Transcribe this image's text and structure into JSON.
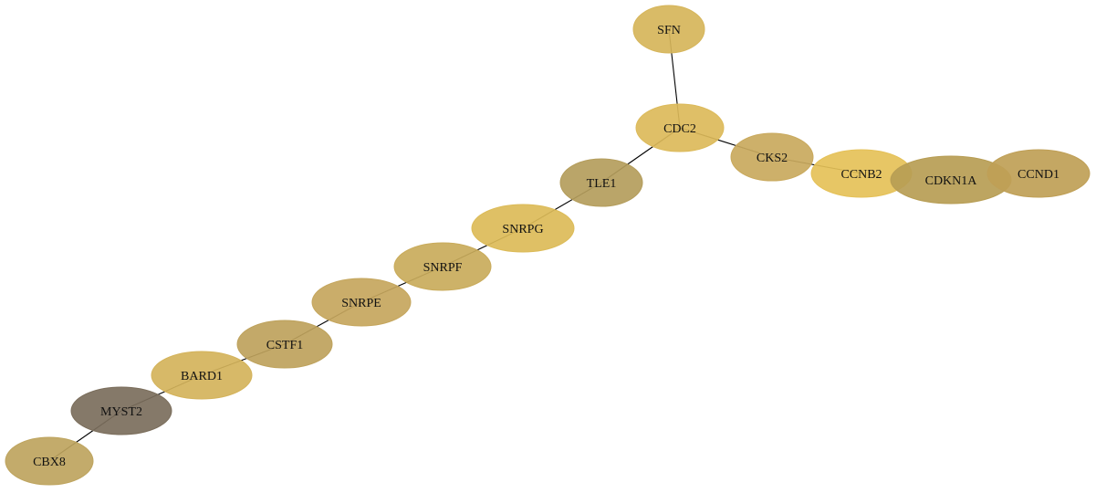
{
  "graph": {
    "nodes": [
      {
        "id": "SFN",
        "label": "SFN",
        "color": "#d6b55a"
      },
      {
        "id": "CDC2",
        "label": "CDC2",
        "color": "#dcba5a"
      },
      {
        "id": "CKS2",
        "label": "CKS2",
        "color": "#c9a95d"
      },
      {
        "id": "CCNB2",
        "label": "CCNB2",
        "color": "#e5c158"
      },
      {
        "id": "CDKN1A",
        "label": "CDKN1A",
        "color": "#b79d54"
      },
      {
        "id": "CCND1",
        "label": "CCND1",
        "color": "#bf9f56"
      },
      {
        "id": "TLE1",
        "label": "TLE1",
        "color": "#b49d5c"
      },
      {
        "id": "SNRPG",
        "label": "SNRPG",
        "color": "#dcbb58"
      },
      {
        "id": "SNRPF",
        "label": "SNRPF",
        "color": "#c9ab5b"
      },
      {
        "id": "SNRPE",
        "label": "SNRPE",
        "color": "#c5a65d"
      },
      {
        "id": "CSTF1",
        "label": "CSTF1",
        "color": "#bea25c"
      },
      {
        "id": "BARD1",
        "label": "BARD1",
        "color": "#d4b35b"
      },
      {
        "id": "MYST2",
        "label": "MYST2",
        "color": "#7b6e5c"
      },
      {
        "id": "CBX8",
        "label": "CBX8",
        "color": "#bea45e"
      }
    ],
    "edges": [
      [
        "SFN",
        "CDC2"
      ],
      [
        "CDC2",
        "CKS2"
      ],
      [
        "CDC2",
        "TLE1"
      ],
      [
        "CKS2",
        "CCNB2"
      ],
      [
        "TLE1",
        "SNRPG"
      ],
      [
        "SNRPG",
        "SNRPF"
      ],
      [
        "SNRPF",
        "SNRPE"
      ],
      [
        "SNRPE",
        "CSTF1"
      ],
      [
        "CSTF1",
        "BARD1"
      ],
      [
        "BARD1",
        "MYST2"
      ],
      [
        "MYST2",
        "CBX8"
      ]
    ]
  }
}
